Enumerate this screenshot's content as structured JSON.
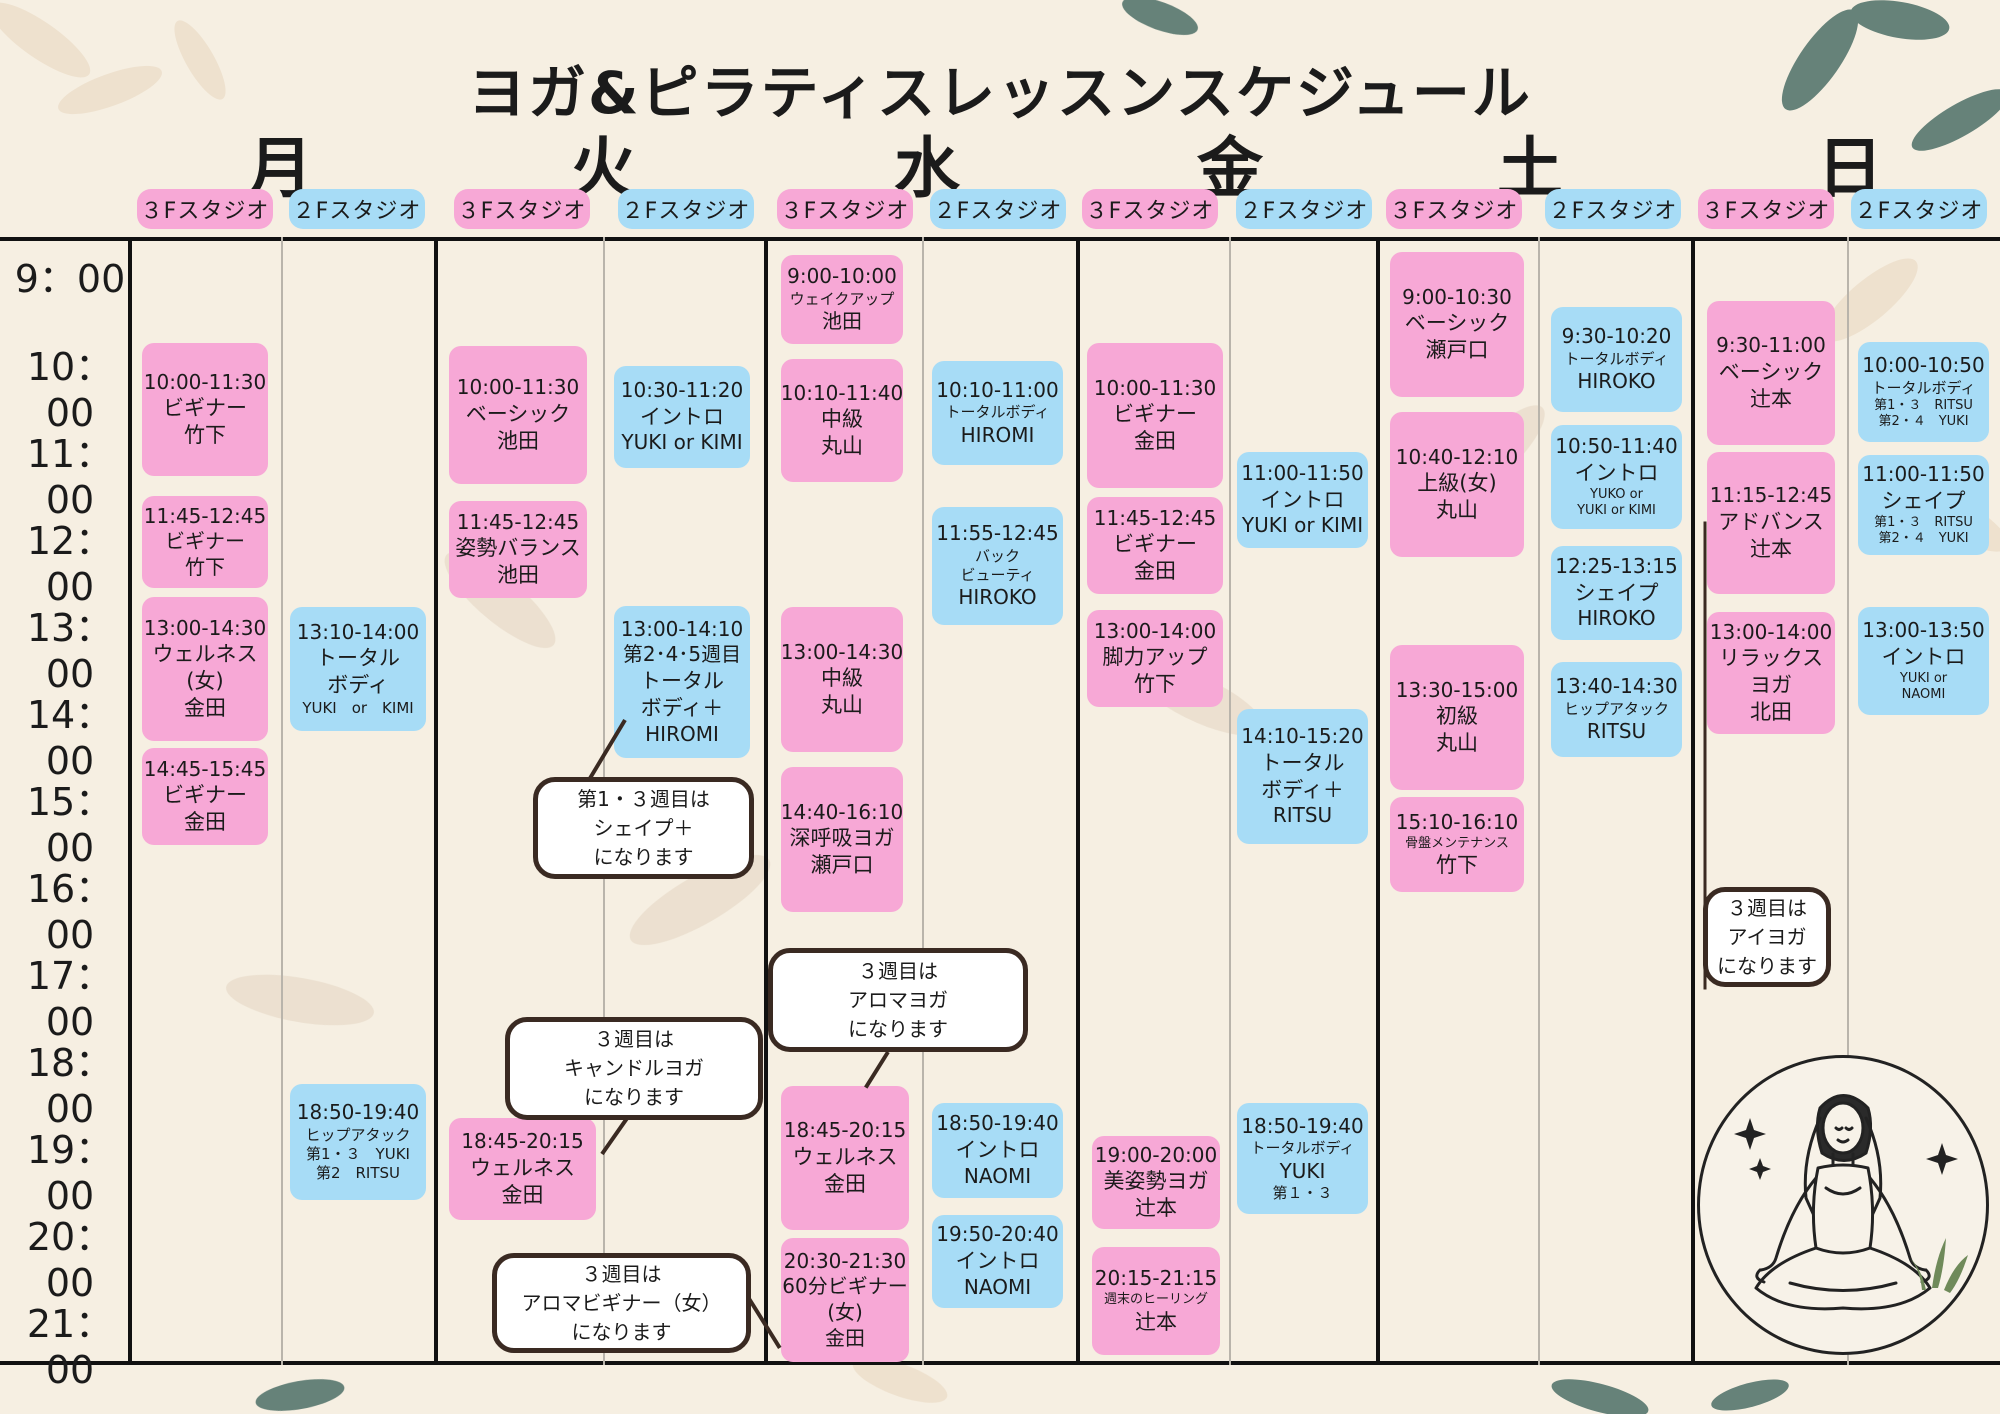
{
  "title": "ヨガ&ピラティスレッスンスケジュール",
  "days": [
    "月",
    "火",
    "水",
    "金",
    "土",
    "日"
  ],
  "studios": {
    "f3": "３Fスタジオ",
    "f2": "２Fスタジオ"
  },
  "times": [
    "9：00",
    "10：00",
    "11：00",
    "12：00",
    "13：00",
    "14：00",
    "15：00",
    "16：00",
    "17：00",
    "18：00",
    "19：00",
    "20：00",
    "21：00"
  ],
  "lessons": {
    "mon_3f": [
      [
        "10:00-11:30",
        "ビギナー",
        "竹下"
      ],
      [
        "11:45-12:45",
        "ビギナー",
        "竹下"
      ],
      [
        "13:00-14:30",
        "ウェルネス",
        "(女)",
        "金田"
      ],
      [
        "14:45-15:45",
        "ビギナー",
        "金田"
      ]
    ],
    "mon_2f": [
      [
        "13:10-14:00",
        "トータル",
        "ボディ",
        "YUKI　or　KIMI"
      ],
      [
        "18:50-19:40",
        "ヒップアタック",
        "第1・３　YUKI",
        "第2　RITSU"
      ]
    ],
    "tue_3f": [
      [
        "10:00-11:30",
        "ベーシック",
        "池田"
      ],
      [
        "11:45-12:45",
        "姿勢バランス",
        "池田"
      ],
      [
        "18:45-20:15",
        "ウェルネス",
        "金田"
      ]
    ],
    "tue_2f": [
      [
        "10:30-11:20",
        "イントロ",
        "YUKI or KIMI"
      ],
      [
        "13:00-14:10",
        "第2･4･5週目",
        "トータル",
        "ボディ＋",
        "HIROMI"
      ]
    ],
    "wed_3f": [
      [
        "9:00-10:00",
        "ウェイクアップ",
        "池田"
      ],
      [
        "10:10-11:40",
        "中級",
        "丸山"
      ],
      [
        "13:00-14:30",
        "中級",
        "丸山"
      ],
      [
        "14:40-16:10",
        "深呼吸ヨガ",
        "瀬戸口"
      ],
      [
        "18:45-20:15",
        "ウェルネス",
        "金田"
      ],
      [
        "20:30-21:30",
        "60分ビギナー",
        "(女)",
        "金田"
      ]
    ],
    "wed_2f": [
      [
        "10:10-11:00",
        "トータルボディ",
        "HIROMI"
      ],
      [
        "11:55-12:45",
        "バック",
        "ビューティ",
        "HIROKO"
      ],
      [
        "18:50-19:40",
        "イントロ",
        "NAOMI"
      ],
      [
        "19:50-20:40",
        "イントロ",
        "NAOMI"
      ]
    ],
    "fri_3f": [
      [
        "10:00-11:30",
        "ビギナー",
        "金田"
      ],
      [
        "11:45-12:45",
        "ビギナー",
        "金田"
      ],
      [
        "13:00-14:00",
        "脚力アップ",
        "竹下"
      ],
      [
        "19:00-20:00",
        "美姿勢ヨガ",
        "辻本"
      ],
      [
        "20:15-21:15",
        "週末のヒーリング",
        "辻本"
      ]
    ],
    "fri_2f": [
      [
        "11:00-11:50",
        "イントロ",
        "YUKI or KIMI"
      ],
      [
        "14:10-15:20",
        "トータル",
        "ボディ＋",
        "RITSU"
      ],
      [
        "18:50-19:40",
        "トータルボディ",
        "YUKI",
        "第１・３"
      ]
    ],
    "sat_3f": [
      [
        "9:00-10:30",
        "ベーシック",
        "瀬戸口"
      ],
      [
        "10:40-12:10",
        "上級(女)",
        "丸山"
      ],
      [
        "13:30-15:00",
        "初級",
        "丸山"
      ],
      [
        "15:10-16:10",
        "骨盤メンテナンス",
        "竹下"
      ]
    ],
    "sat_2f": [
      [
        "9:30-10:20",
        "トータルボディ",
        "HIROKO"
      ],
      [
        "10:50-11:40",
        "イントロ",
        "YUKO or",
        "YUKI or KIMI"
      ],
      [
        "12:25-13:15",
        "シェイプ",
        "HIROKO"
      ],
      [
        "13:40-14:30",
        "ヒップアタック",
        "RITSU"
      ]
    ],
    "sun_3f": [
      [
        "9:30-11:00",
        "ベーシック",
        "辻本"
      ],
      [
        "11:15-12:45",
        "アドバンス",
        "辻本"
      ],
      [
        "13:00-14:00",
        "リラックス",
        "ヨガ",
        "北田"
      ]
    ],
    "sun_2f": [
      [
        "10:00-10:50",
        "トータルボディ",
        "第1・３　RITSU",
        "第2・４　YUKI"
      ],
      [
        "11:00-11:50",
        "シェイプ",
        "第1・３　RITSU",
        "第2・４　YUKI"
      ],
      [
        "13:00-13:50",
        "イントロ",
        "YUKI or",
        "NAOMI"
      ]
    ]
  },
  "notes": {
    "tue_shape": [
      "第1・３週目は",
      "シェイプ＋",
      "になります"
    ],
    "tue_candle": [
      "３週目は",
      "キャンドルヨガ",
      "になります"
    ],
    "tue_aroma": [
      "３週目は",
      "アロマビギナー（女）",
      "になります"
    ],
    "wed_aroma": [
      "３週目は",
      "アロマヨガ",
      "になります"
    ],
    "sun_eye": [
      "３週目は",
      "アイヨガ",
      "になります"
    ]
  },
  "colors": {
    "pink": "#f7a8d6",
    "blue": "#a7dcf6",
    "background": "#f6efe2"
  },
  "icons": {
    "illustration": "meditating-woman-icon",
    "sparkle": "sparkle-icon"
  }
}
